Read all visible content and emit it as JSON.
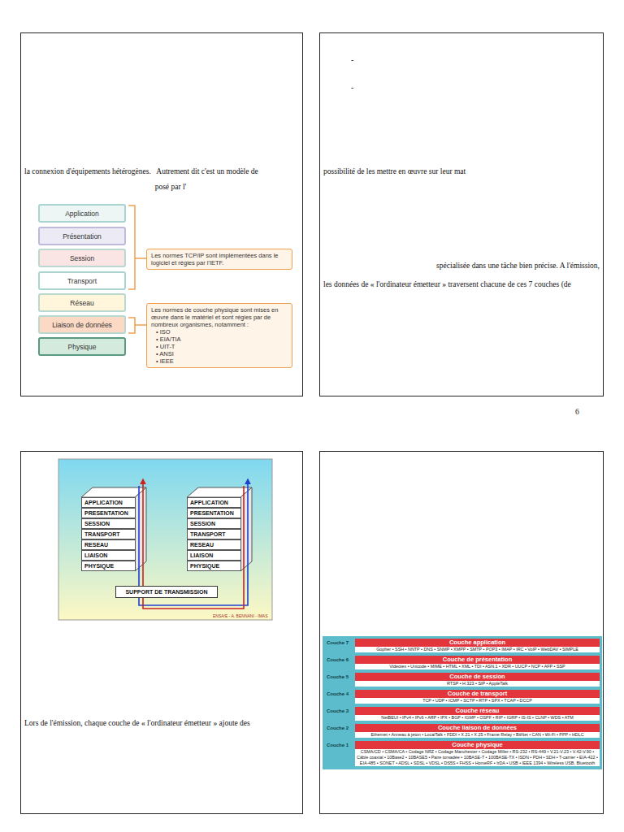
{
  "diagram": {
    "nodes": [
      {
        "text": [
          "Application"
        ]
      },
      {
        "text": [
          "Présentation"
        ]
      },
      {
        "text": [
          "Session"
        ]
      },
      {
        "text": [
          "Transport"
        ]
      },
      {
        "text": [
          "Réseau"
        ]
      },
      {
        "text": [
          "Liaison de données"
        ]
      },
      {
        "text": [
          "Physique"
        ]
      },
      {
        "text": [
          "Les normes TCP/IP sont implémentées dans le logiciel et régies par l'IETF."
        ]
      },
      {
        "text": [
          "Les normes de couche physique sont mises en œuvre dans le matériel et sont régies par de nombreux organismes, notamment :",
          "• ISO",
          "• EIA/TIA",
          "• UIT-T",
          "• ANSI",
          "• IEEE"
        ]
      },
      {
        "text": [
          "APPLICATION"
        ]
      },
      {
        "text": [
          "PRESENTATION"
        ]
      },
      {
        "text": [
          "SESSION"
        ]
      },
      {
        "text": [
          "TRANSPORT"
        ]
      },
      {
        "text": [
          "RESEAU"
        ]
      },
      {
        "text": [
          "LIAISON"
        ]
      },
      {
        "text": [
          "PHYSIQUE"
        ]
      },
      {
        "text": [
          "APPLICATION"
        ]
      },
      {
        "text": [
          "PRESENTATION"
        ]
      },
      {
        "text": [
          "SESSION"
        ]
      },
      {
        "text": [
          "TRANSPORT"
        ]
      },
      {
        "text": [
          "RESEAU"
        ]
      },
      {
        "text": [
          "LIAISON"
        ]
      },
      {
        "text": [
          "PHYSIQUE"
        ]
      },
      {
        "text": [
          "SUPPORT DE TRANSMISSION"
        ]
      },
      {
        "text": [
          "Couche 7",
          "Couche application",
          "Gopher • SSH • NNTP • DNS • SNMP • XMPP • SMTP • POP3 • IMAP • IRC • VoIP • WebDAV • SIMPLE"
        ]
      },
      {
        "text": [
          "Couche 6",
          "Couche de présentation",
          "Videotex • Unicode • MIME • HTML • XML • TDI • ASN.1 • XDR • UUCP • NCP • AFP • SSP"
        ]
      },
      {
        "text": [
          "Couche 5",
          "Couche de session",
          "RTSP • H.323 • SIP • AppleTalk"
        ]
      },
      {
        "text": [
          "Couche 4",
          "Couche de transport",
          "TCP • UDP • ICMP • SCTP • RTP • SPX • TCAP • DCCP"
        ]
      },
      {
        "text": [
          "Couche 3",
          "Couche réseau",
          "NetBEUI • IPv4 • IPv6 • ARP • IPX • BGP • IGMP • OSPF • RIP • IGRP • IS-IS • CLNP • WDS • ATM"
        ]
      },
      {
        "text": [
          "Couche 2",
          "Couche liaison de données",
          "Ethernet • Anneau à jeton • LocalTalk • FDDI • X.21 • X.25 • Frame Relay • BitNet • CAN • Wi-Fi • PPP • HDLC"
        ]
      },
      {
        "text": [
          "Couche 1",
          "Couche physique",
          "CSMA/CD • CSMA/CA • Codage NRZ • Codage Manchester • Codage Miller • RS-232 • RS-449 • V.21-V.23 • V.42-V.90 • Câble coaxial • 10Base2 • 10BASE5 • Paire torsadée • 10BASE-T • 100BASE-TX • ISDN • PDH • SDH • T-carrier • EIA-422 • EIA-485 • SONET • ADSL • SDSL • VDSL • DS5S • FHSS • HomeRF • IrDA • USB • IEEE 1394 • Wireless USB, Bluetooth"
        ]
      }
    ],
    "labels": [
      "la connexion d'équipements hétérogènes.   Autrement dit c'est un modèle de",
      "posé par l'",
      "-",
      "-",
      "possibilité de les mettre en œuvre sur leur mat",
      "spécialisée dans une tâche bien précise. A l'émission,",
      "les données de « l'ordinateur émetteur » traversent chacune de ces 7 couches (de",
      "6",
      "Lors de l'émission, chaque couche de « l'ordinateur émetteur » ajoute des",
      "ENSA/E - A. BENNANI - IMAS"
    ]
  }
}
